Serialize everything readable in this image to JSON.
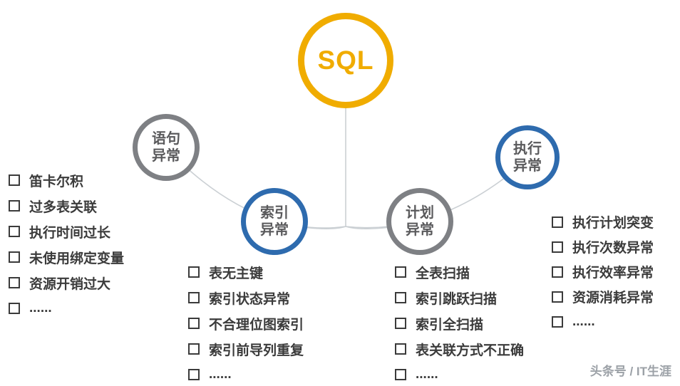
{
  "colors": {
    "gold": "#F0AC00",
    "blue": "#2E6BAE",
    "gray": "#7E8084",
    "line": "#CBD0D4",
    "text": "#3B3B3B",
    "footer": "#9CA1A7"
  },
  "root": {
    "label": "SQL"
  },
  "nodes": [
    {
      "id": "statement",
      "label": "语句\n异常",
      "color": "gray"
    },
    {
      "id": "index",
      "label": "索引\n异常",
      "color": "blue"
    },
    {
      "id": "plan",
      "label": "计划\n异常",
      "color": "gray"
    },
    {
      "id": "execution",
      "label": "执行\n异常",
      "color": "blue"
    }
  ],
  "lists": {
    "statement": [
      "笛卡尔积",
      "过多表关联",
      "执行时间过长",
      "未使用绑定变量",
      "资源开销过大",
      "......"
    ],
    "index": [
      "表无主键",
      "索引状态异常",
      "不合理位图索引",
      "索引前导列重复",
      "......"
    ],
    "plan": [
      "全表扫描",
      "索引跳跃扫描",
      "索引全扫描",
      "表关联方式不正确",
      "......"
    ],
    "execution": [
      "执行计划突变",
      "执行次数异常",
      "执行效率异常",
      "资源消耗异常",
      "......"
    ]
  },
  "footer": {
    "label": "头条号 / IT生涯"
  }
}
